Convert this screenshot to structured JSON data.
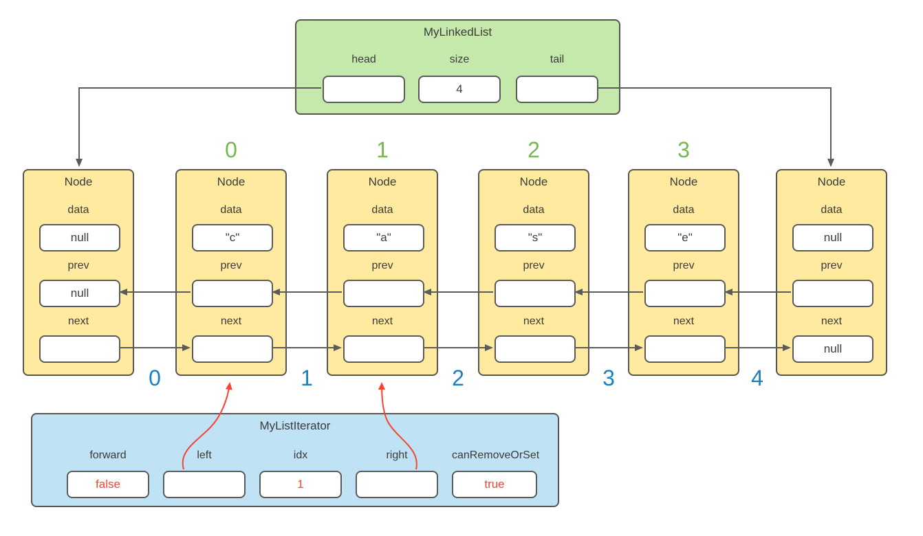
{
  "colors": {
    "linked_list_fill": "#c5e8ab",
    "node_fill": "#ffeaa0",
    "iterator_fill": "#bfe2f4",
    "border": "#545454",
    "text": "#3b3b3b",
    "arrow_gray": "#5b5b5b",
    "red_accent": "#f74430",
    "index_green": "#74b950",
    "index_blue": "#1a80c4"
  },
  "linked_list": {
    "title": "MyLinkedList",
    "fields": [
      {
        "label": "head",
        "value": ""
      },
      {
        "label": "size",
        "value": "4"
      },
      {
        "label": "tail",
        "value": ""
      }
    ]
  },
  "node_indices_top": [
    "0",
    "1",
    "2",
    "3"
  ],
  "node_indices_bottom": [
    "0",
    "1",
    "2",
    "3",
    "4"
  ],
  "nodes": [
    {
      "title": "Node",
      "rows": [
        {
          "label": "data",
          "value": "null"
        },
        {
          "label": "prev",
          "value": "null"
        },
        {
          "label": "next",
          "value": ""
        }
      ]
    },
    {
      "title": "Node",
      "rows": [
        {
          "label": "data",
          "value": "\"c\""
        },
        {
          "label": "prev",
          "value": ""
        },
        {
          "label": "next",
          "value": ""
        }
      ]
    },
    {
      "title": "Node",
      "rows": [
        {
          "label": "data",
          "value": "\"a\""
        },
        {
          "label": "prev",
          "value": ""
        },
        {
          "label": "next",
          "value": ""
        }
      ]
    },
    {
      "title": "Node",
      "rows": [
        {
          "label": "data",
          "value": "\"s\""
        },
        {
          "label": "prev",
          "value": ""
        },
        {
          "label": "next",
          "value": ""
        }
      ]
    },
    {
      "title": "Node",
      "rows": [
        {
          "label": "data",
          "value": "\"e\""
        },
        {
          "label": "prev",
          "value": ""
        },
        {
          "label": "next",
          "value": ""
        }
      ]
    },
    {
      "title": "Node",
      "rows": [
        {
          "label": "data",
          "value": "null"
        },
        {
          "label": "prev",
          "value": ""
        },
        {
          "label": "next",
          "value": "null"
        }
      ]
    }
  ],
  "iterator": {
    "title": "MyListIterator",
    "fields": [
      {
        "label": "forward",
        "value": "false",
        "highlight": true
      },
      {
        "label": "left",
        "value": "",
        "highlight": false
      },
      {
        "label": "idx",
        "value": "1",
        "highlight": true
      },
      {
        "label": "right",
        "value": "",
        "highlight": false
      },
      {
        "label": "canRemoveOrSet",
        "value": "true",
        "highlight": true
      }
    ]
  }
}
